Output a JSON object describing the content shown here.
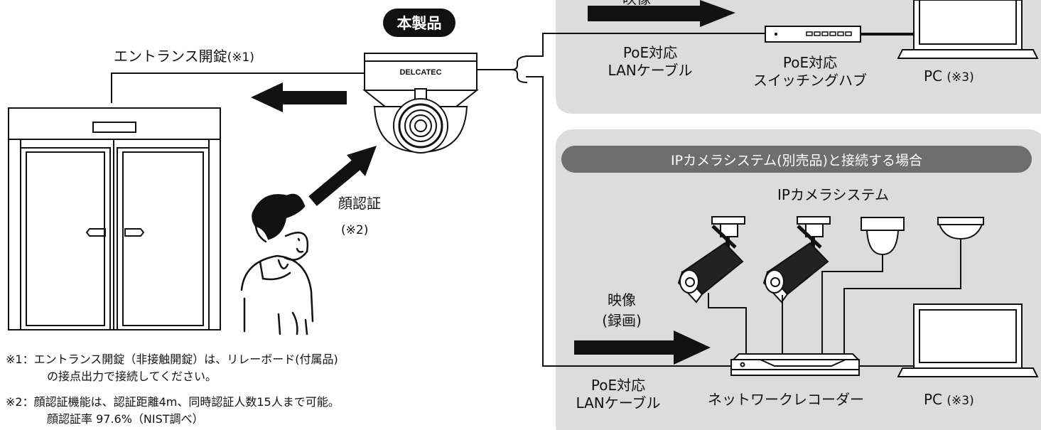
{
  "product_badge": "本製品",
  "camera_brand": "DELCATEC",
  "left": {
    "entrance_label": "エントランス開錠",
    "entrance_note": "(※1)",
    "face_auth": "顔認証",
    "face_auth_note": "(※2)"
  },
  "upper_panel": {
    "video_label": "映像",
    "poe_cable": [
      "PoE対応",
      "LANケーブル"
    ],
    "poe_hub": [
      "PoE対応",
      "スイッチングハブ"
    ],
    "pc_label": "PC",
    "pc_note": "(※3)"
  },
  "lower_panel": {
    "banner": "IPカメラシステム(別売品)と接続する場合",
    "system_label": "IPカメラシステム",
    "video_label": [
      "映像",
      "(録画)"
    ],
    "poe_cable": [
      "PoE対応",
      "LANケーブル"
    ],
    "recorder_label": "ネットワークレコーダー",
    "pc_label": "PC",
    "pc_note": "(※3)"
  },
  "footnotes": [
    "※1：エントランス開錠（非接触開錠）は、リレーボード(付属品)",
    "の接点出力で接続してください。",
    "※2：顔認証機能は、認証距離4m、同時認証人数15人まで可能。",
    "顔認証率 97.6%（NIST調べ）"
  ]
}
